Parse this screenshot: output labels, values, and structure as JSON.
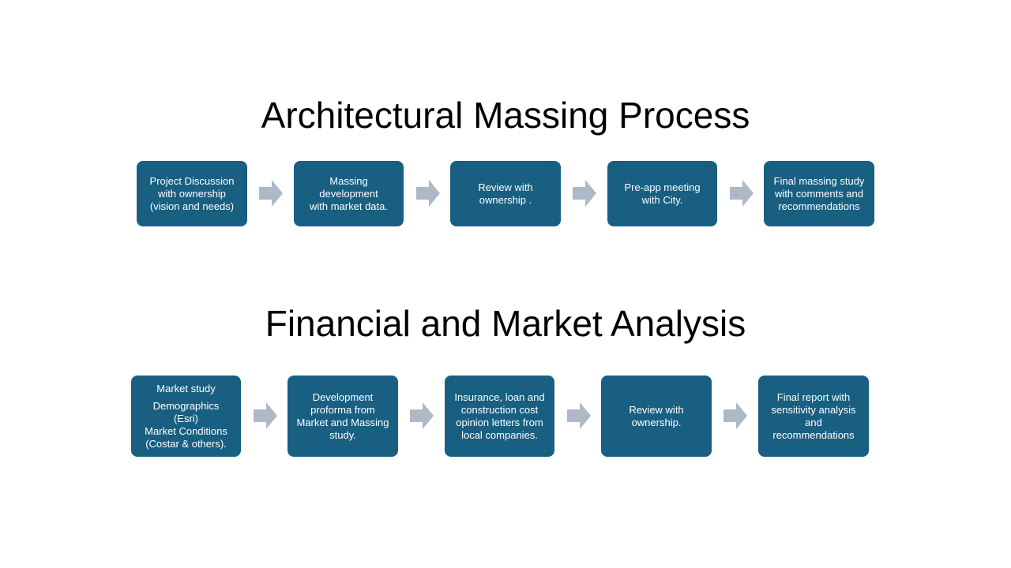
{
  "colors": {
    "box": "#185f82",
    "arrow": "#adb9c7",
    "text": "#ffffff"
  },
  "section1": {
    "title": "Architectural Massing Process",
    "steps": [
      {
        "lines": [
          "Project Discussion",
          "with ownership",
          "(vision and needs)"
        ]
      },
      {
        "lines": [
          "Massing",
          "development",
          "with market data."
        ]
      },
      {
        "lines": [
          "Review with",
          "ownership ."
        ]
      },
      {
        "lines": [
          "Pre-app meeting",
          "with City."
        ]
      },
      {
        "lines": [
          "Final massing study",
          "with comments and",
          "recommendations"
        ]
      }
    ]
  },
  "section2": {
    "title": "Financial and Market Analysis",
    "steps": [
      {
        "lines": [
          "Market study",
          "Demographics",
          "(Esri)",
          "Market Conditions",
          "(Costar & others)."
        ]
      },
      {
        "lines": [
          "Development",
          "proforma from",
          "Market and Massing",
          "study."
        ]
      },
      {
        "lines": [
          "Insurance, loan and",
          "construction cost",
          "opinion letters from",
          "local companies."
        ]
      },
      {
        "lines": [
          "Review with",
          "ownership."
        ]
      },
      {
        "lines": [
          "Final report with",
          "sensitivity analysis",
          "and",
          "recommendations"
        ]
      }
    ]
  },
  "arrow_icon": "right-arrow-icon"
}
